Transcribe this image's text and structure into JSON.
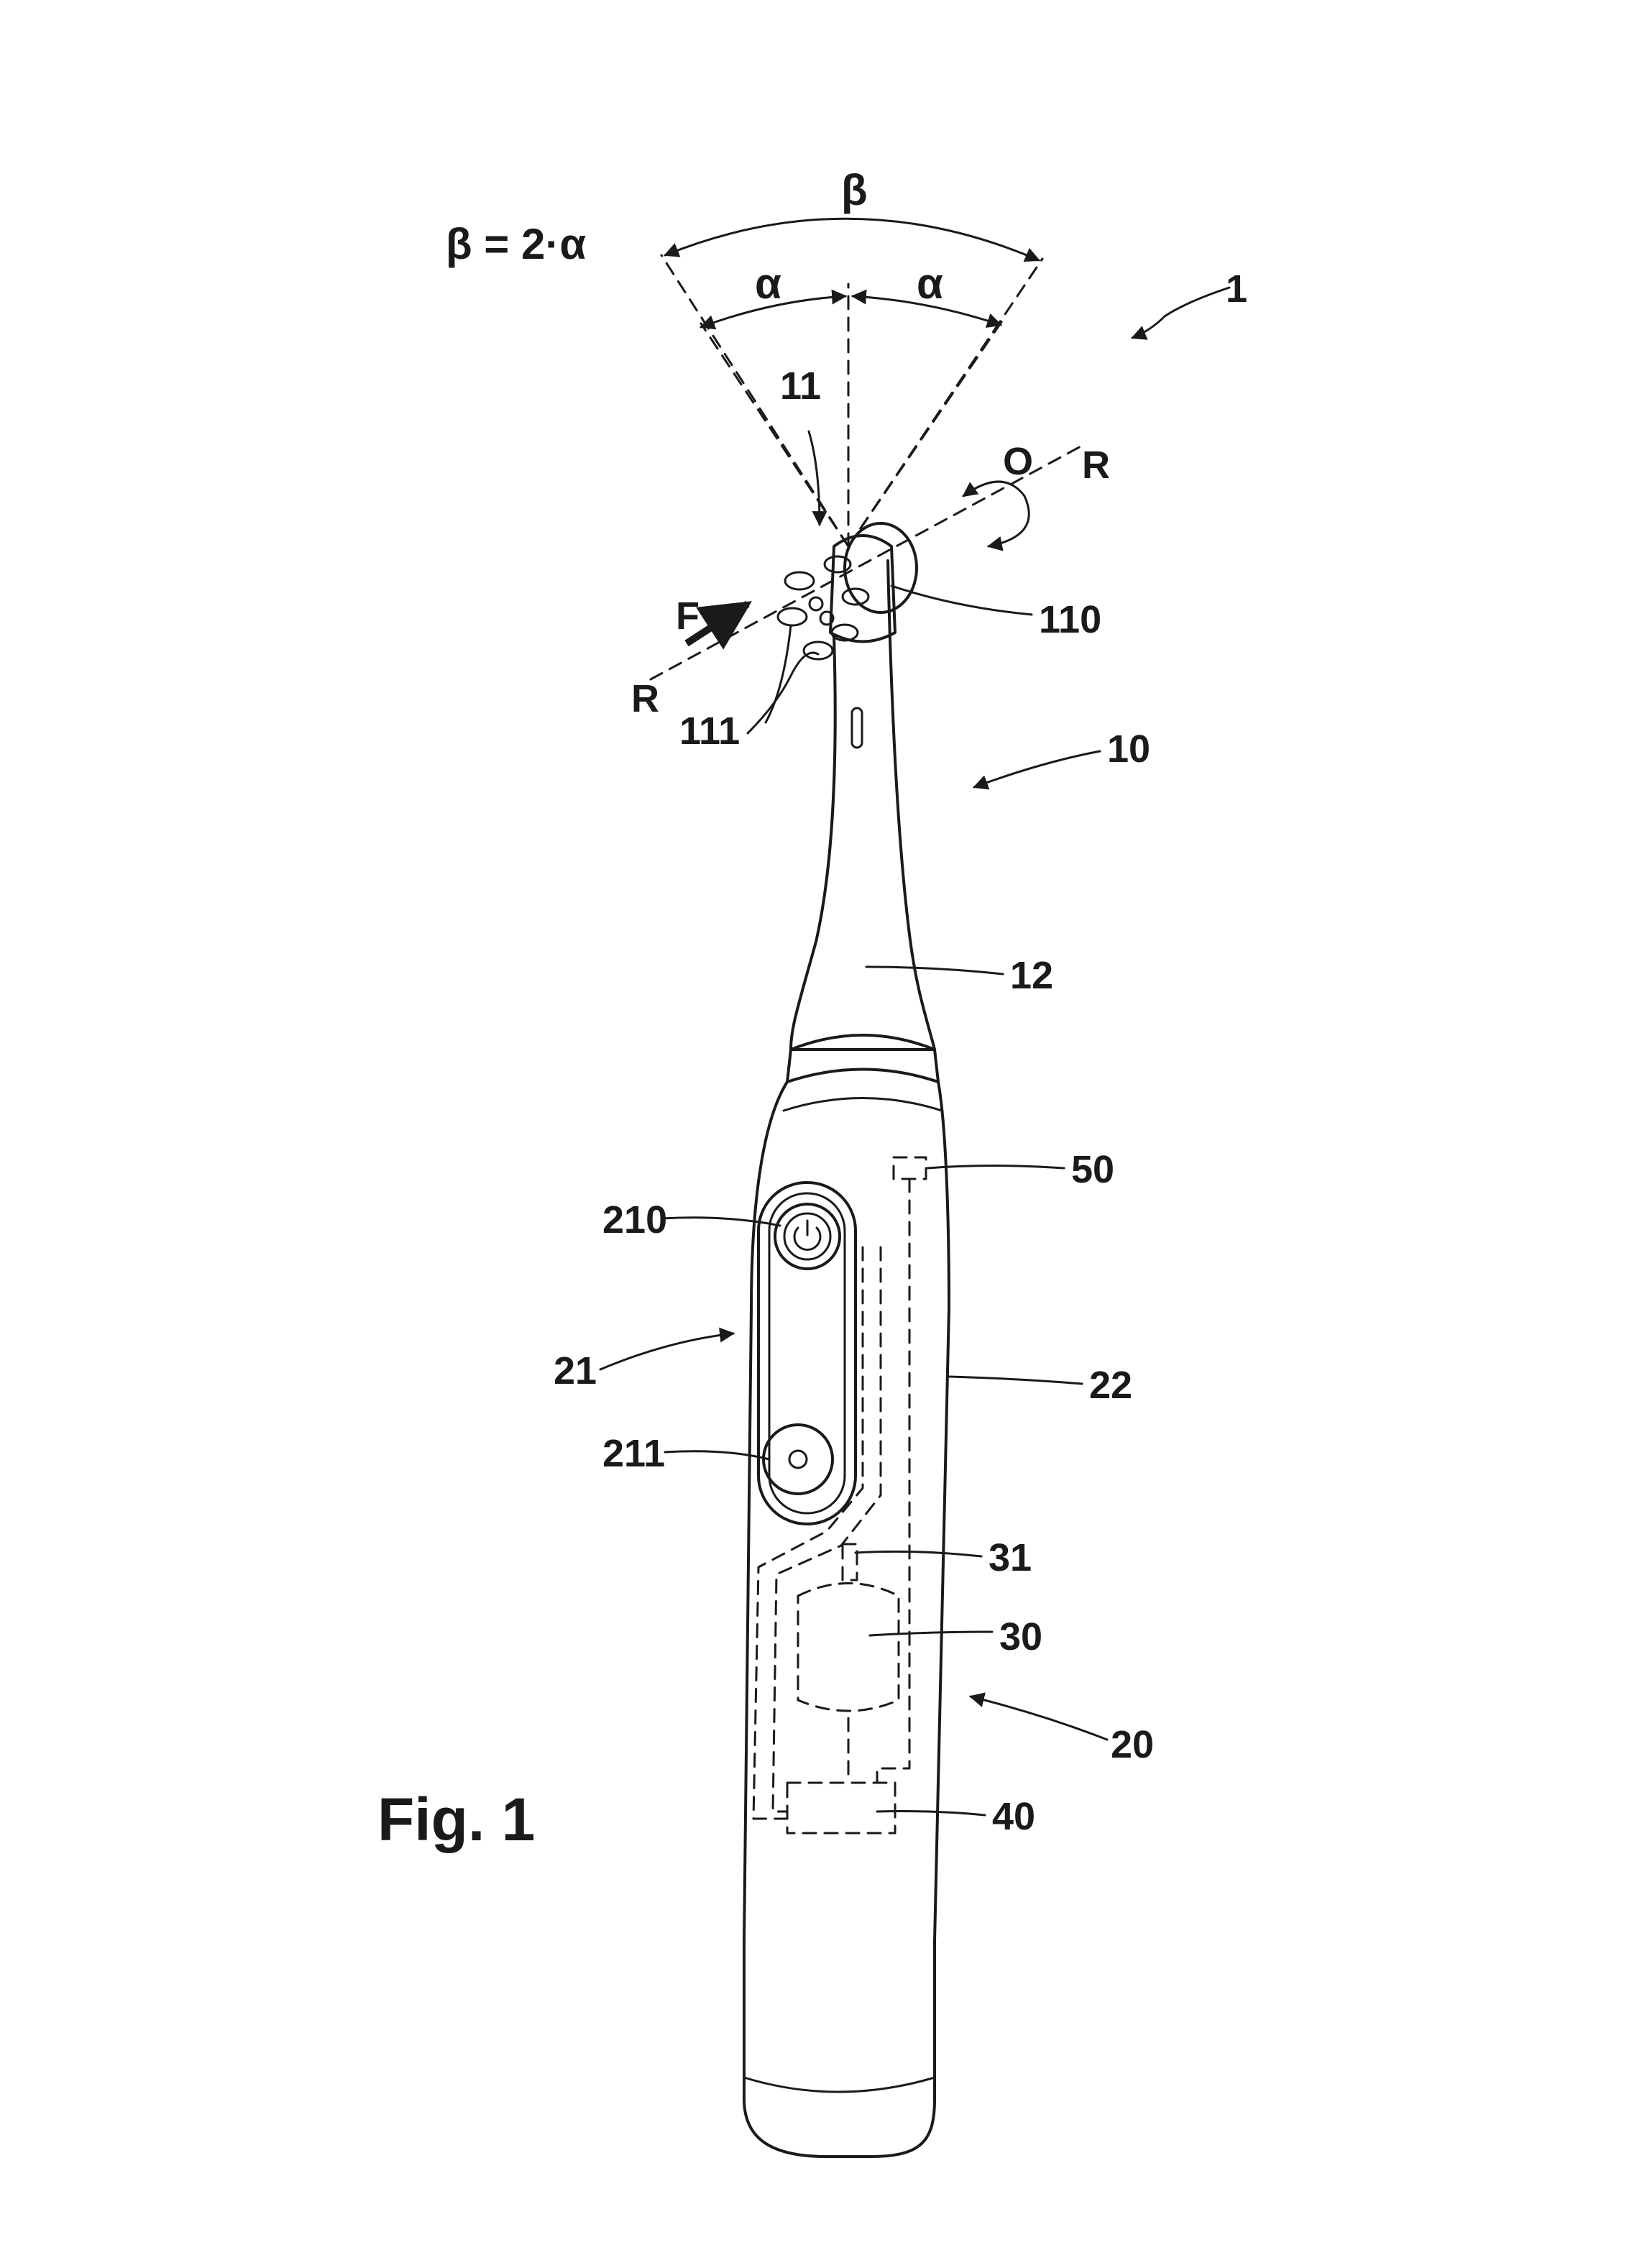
{
  "figure_title": "Fig. 1",
  "formula": "β = 2·α",
  "angles": {
    "beta": "β",
    "alpha_left": "α",
    "alpha_right": "α"
  },
  "axis_labels": {
    "axis_top": "R",
    "axis_bottom": "R",
    "oscillation": "O",
    "force": "F"
  },
  "reference_numerals": {
    "toothbrush": "1",
    "brush_head_part": "10",
    "brush_head": "11",
    "bristle_carrier": "110",
    "bristle_tufts": "111",
    "neck": "12",
    "handle": "20",
    "button_panel": "21",
    "on_off_button": "210",
    "mode_button": "211",
    "housing": "22",
    "motor": "30",
    "drive_shaft": "31",
    "control_unit": "40",
    "sensor": "50"
  }
}
